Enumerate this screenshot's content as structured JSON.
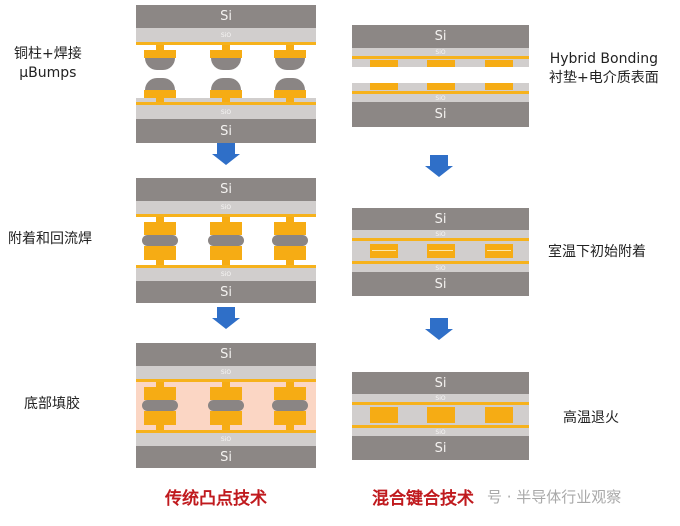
{
  "left_column": {
    "title": "传统凸点技术",
    "steps": [
      {
        "label_line1": "铜柱+焊接",
        "label_line2": "μBumps"
      },
      {
        "label_line1": "附着和回流焊"
      },
      {
        "label_line1": "底部填胶"
      }
    ]
  },
  "right_column": {
    "title": "混合键合技术",
    "steps": [
      {
        "label_line1": "Hybrid Bonding",
        "label_line2": "衬垫+电介质表面"
      },
      {
        "label_line1": "室温下初始附着"
      },
      {
        "label_line1": "高温退火"
      }
    ]
  },
  "layers": {
    "si": "Si",
    "sio2": "SiO"
  },
  "watermark": "号 · 半导体行业观察",
  "colors": {
    "silicon": "#8c8785",
    "sio2": "#d1cecd",
    "copper_pad": "#f6ac14",
    "solder": "#8a8584",
    "underfill": "#fbd6c4",
    "arrow": "#2f6fc8",
    "title_red": "#c01a1e"
  }
}
